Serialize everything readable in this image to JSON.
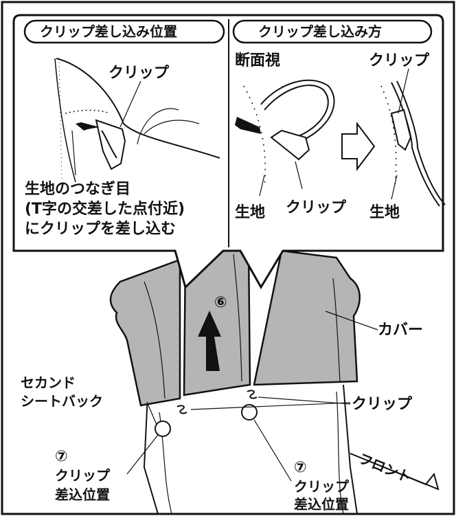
{
  "panel_left": {
    "title": "クリップ差し込み位置",
    "clip_label": "クリップ",
    "note_lines": [
      "生地のつなぎ目",
      "(T字の交差した点付近)",
      "にクリップを差し込む"
    ]
  },
  "panel_right": {
    "title": "クリップ差し込み方",
    "section_label": "断面視",
    "clip_label_top": "クリップ",
    "fabric_label_left": "生地",
    "clip_label_bottom": "クリップ",
    "fabric_label_right": "生地"
  },
  "main": {
    "step6": "⑥",
    "cover_label": "カバー",
    "seatback_lines": [
      "セカンド",
      "シートバック"
    ],
    "clip_label": "クリップ",
    "step7_left": "⑦",
    "step7_right": "⑦",
    "insert_pos_left_lines": [
      "クリップ",
      "差込位置"
    ],
    "insert_pos_right_lines": [
      "クリップ",
      "差込位置"
    ],
    "front_label": "フロント"
  },
  "colors": {
    "cover_fill": "#b5b5b5",
    "line": "#111111",
    "background": "#ffffff"
  }
}
